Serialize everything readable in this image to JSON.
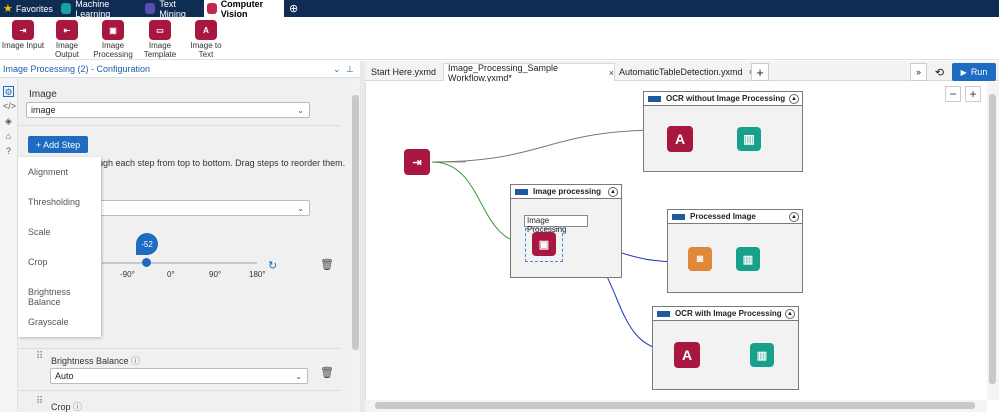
{
  "top_tabs": [
    {
      "label": "Favorites",
      "color": "#f2c300"
    },
    {
      "label": "Machine Learning",
      "color": "#17a2a0"
    },
    {
      "label": "Text Mining",
      "color": "#5a4fb0"
    },
    {
      "label": "Computer Vision",
      "color": "#c4264f"
    }
  ],
  "ribbon": [
    {
      "label": "Image Input",
      "glyph": "⇥"
    },
    {
      "label": "Image Output",
      "glyph": "⇤"
    },
    {
      "label": "Image Processing",
      "glyph": "▣"
    },
    {
      "label": "Image Template",
      "glyph": "▭"
    },
    {
      "label": "Image to Text",
      "glyph": "A"
    }
  ],
  "config": {
    "title": "Image Processing (2) - Configuration",
    "image_label": "Image",
    "image_value": "image",
    "add_step": "+ Add Step",
    "hint": "rough each step from top to bottom. Drag steps to reorder them.",
    "menu": [
      "Alignment",
      "Thresholding",
      "Scale",
      "Crop",
      "Brightness Balance",
      "Grayscale"
    ],
    "slider_value": "-52",
    "ticks": [
      "-90°",
      "0°",
      "90°",
      "180°"
    ],
    "brightness_label": "Brightness Balance",
    "brightness_value": "Auto",
    "crop_label": "Crop"
  },
  "doc_tabs": [
    "Start Here.yxmd",
    "Image_Processing_Sample Workflow.yxmd*",
    "AutomaticTableDetection.yxmd"
  ],
  "run_label": "Run",
  "containers": {
    "ocr_without": "OCR without Image Processing",
    "image_processing": "Image processing",
    "processed_image": "Processed Image",
    "ocr_with": "OCR with Image Processing",
    "tool_label": "Image Processing"
  }
}
